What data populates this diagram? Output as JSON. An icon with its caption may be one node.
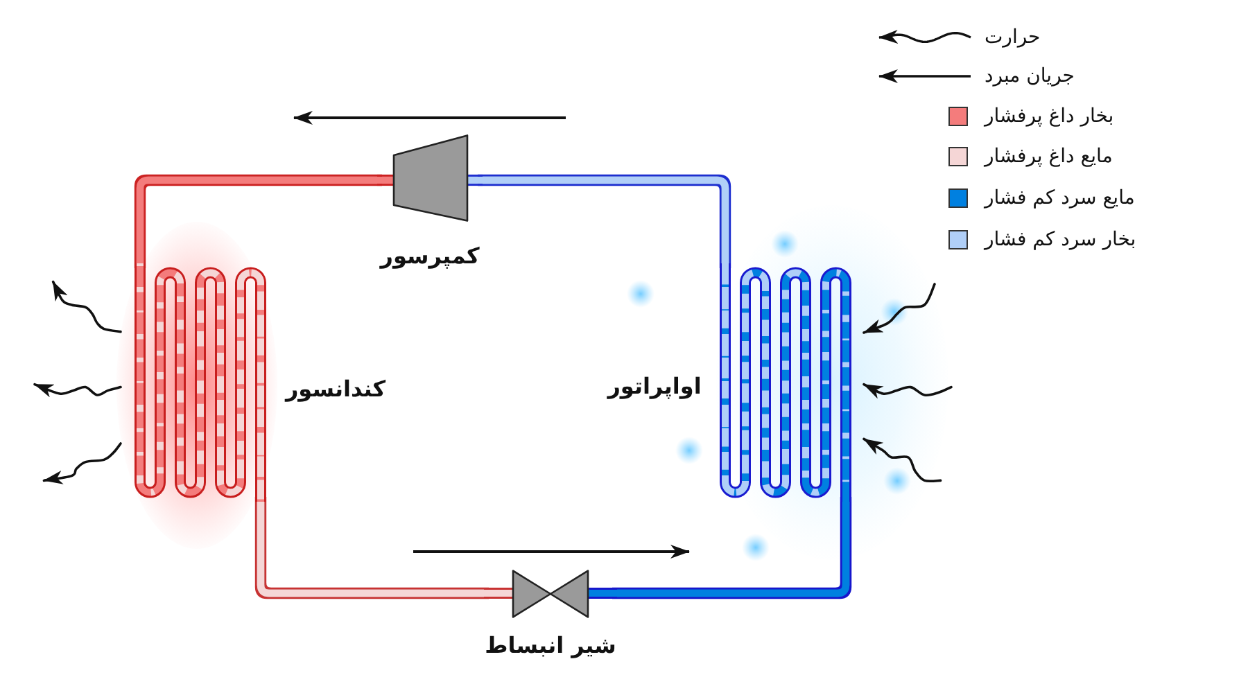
{
  "diagram": {
    "nodes": [
      {
        "text": [
          "کمپرسور"
        ]
      },
      {
        "text": [
          "کندانسور"
        ]
      },
      {
        "text": [
          "اواپراتور"
        ]
      },
      {
        "text": [
          "شیر انبساط"
        ]
      }
    ],
    "edges": [
      {
        "from": 0,
        "to": 1,
        "arrow": "none",
        "style": "thick",
        "color": "#f47c7c"
      },
      {
        "from": 1,
        "to": 3,
        "arrow": "none",
        "style": "thick",
        "color": "#f5d6d6"
      },
      {
        "from": 3,
        "to": 2,
        "arrow": "none",
        "style": "thick",
        "color": "#0080e0"
      },
      {
        "from": 2,
        "to": 0,
        "arrow": "none",
        "style": "thick",
        "color": "#b0cff8"
      },
      {
        "from": 1,
        "to": null,
        "arrow": "to"
      },
      {
        "from": 1,
        "to": null,
        "arrow": "to"
      },
      {
        "from": 1,
        "to": null,
        "arrow": "to"
      },
      {
        "from": null,
        "to": 2,
        "arrow": "to"
      },
      {
        "from": null,
        "to": 2,
        "arrow": "to"
      },
      {
        "from": null,
        "to": 2,
        "arrow": "to"
      }
    ],
    "legend": [
      {
        "text": "حرارت"
      },
      {
        "text": "جریان مبرد"
      },
      {
        "text": "بخار داغ پرفشار",
        "color": "#f47c7c"
      },
      {
        "text": "مایع داغ پرفشار",
        "color": "#f5d6d6"
      },
      {
        "text": "مایع سرد کم فشار",
        "color": "#0080e0"
      },
      {
        "text": "بخار سرد کم فشار",
        "color": "#b0cff8"
      }
    ]
  }
}
